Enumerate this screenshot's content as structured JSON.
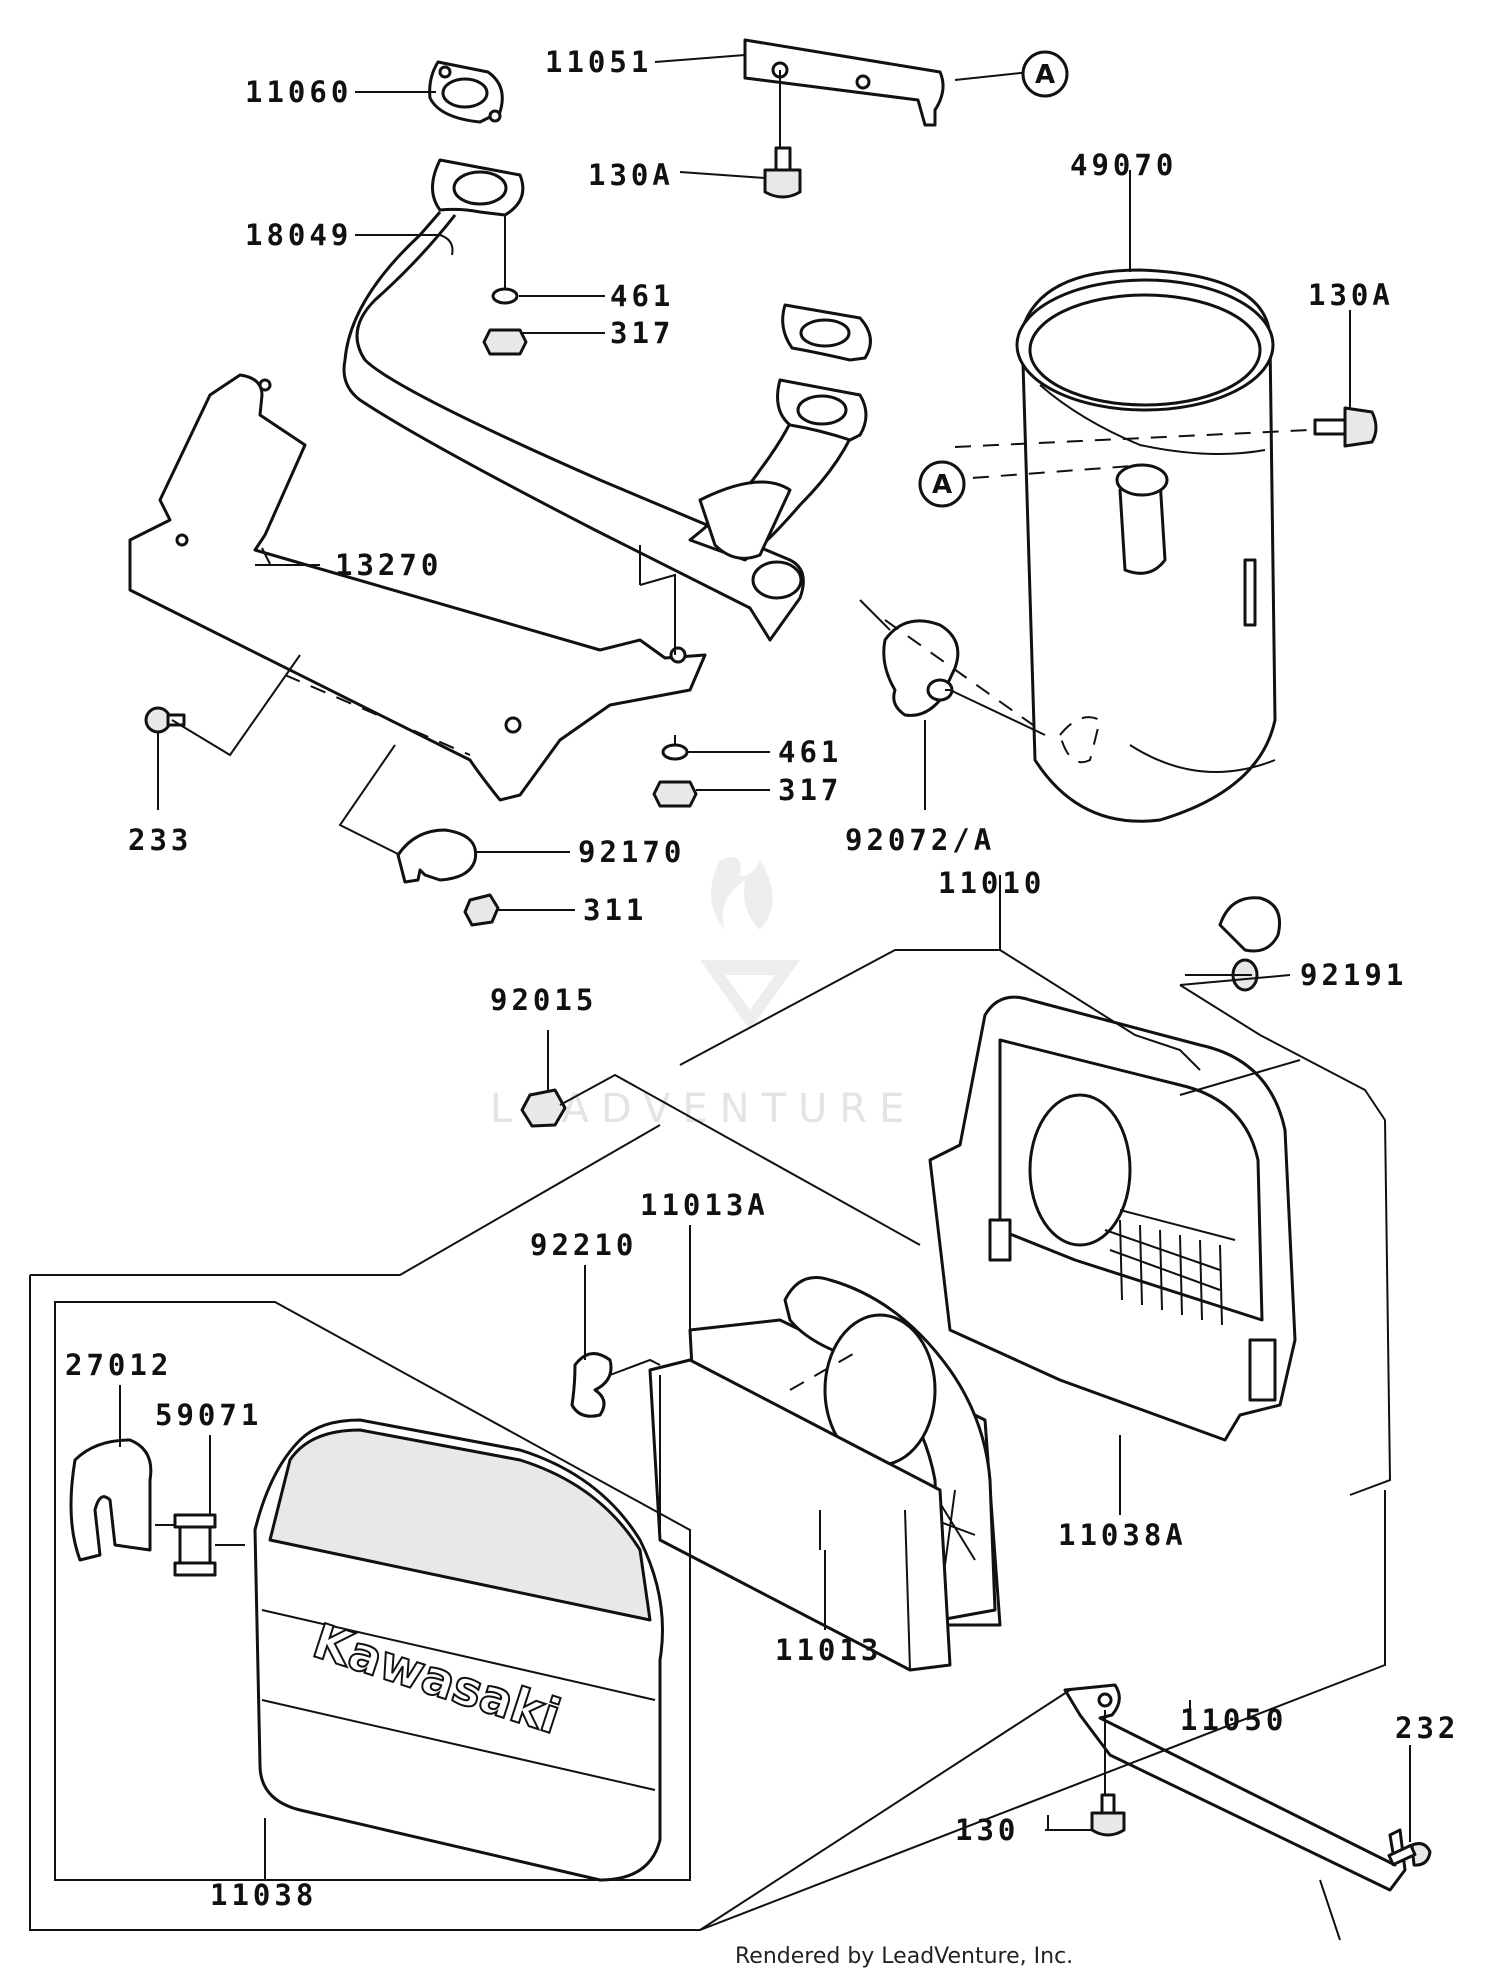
{
  "parts": {
    "p11060": "11060",
    "p11051": "11051",
    "p130A_top": "130A",
    "p49070": "49070",
    "p18049": "18049",
    "p461_top": "461",
    "p317_top": "317",
    "p130A_right": "130A",
    "p13270": "13270",
    "p461_mid": "461",
    "p317_mid": "317",
    "p233": "233",
    "p92170": "92170",
    "p92072A": "92072/A",
    "p311": "311",
    "p11010": "11010",
    "p92191": "92191",
    "p92015": "92015",
    "p11013A": "11013A",
    "p92210": "92210",
    "p27012": "27012",
    "p59071": "59071",
    "p11038A": "11038A",
    "p11013": "11013",
    "p11050": "11050",
    "p232": "232",
    "p130": "130",
    "p11038": "11038"
  },
  "refs": {
    "ref_a_top": "A",
    "ref_a_mid": "A"
  },
  "cover_brand": "Kawasaki",
  "watermark": "LEADVENTURE",
  "credit": "Rendered by LeadVenture, Inc."
}
